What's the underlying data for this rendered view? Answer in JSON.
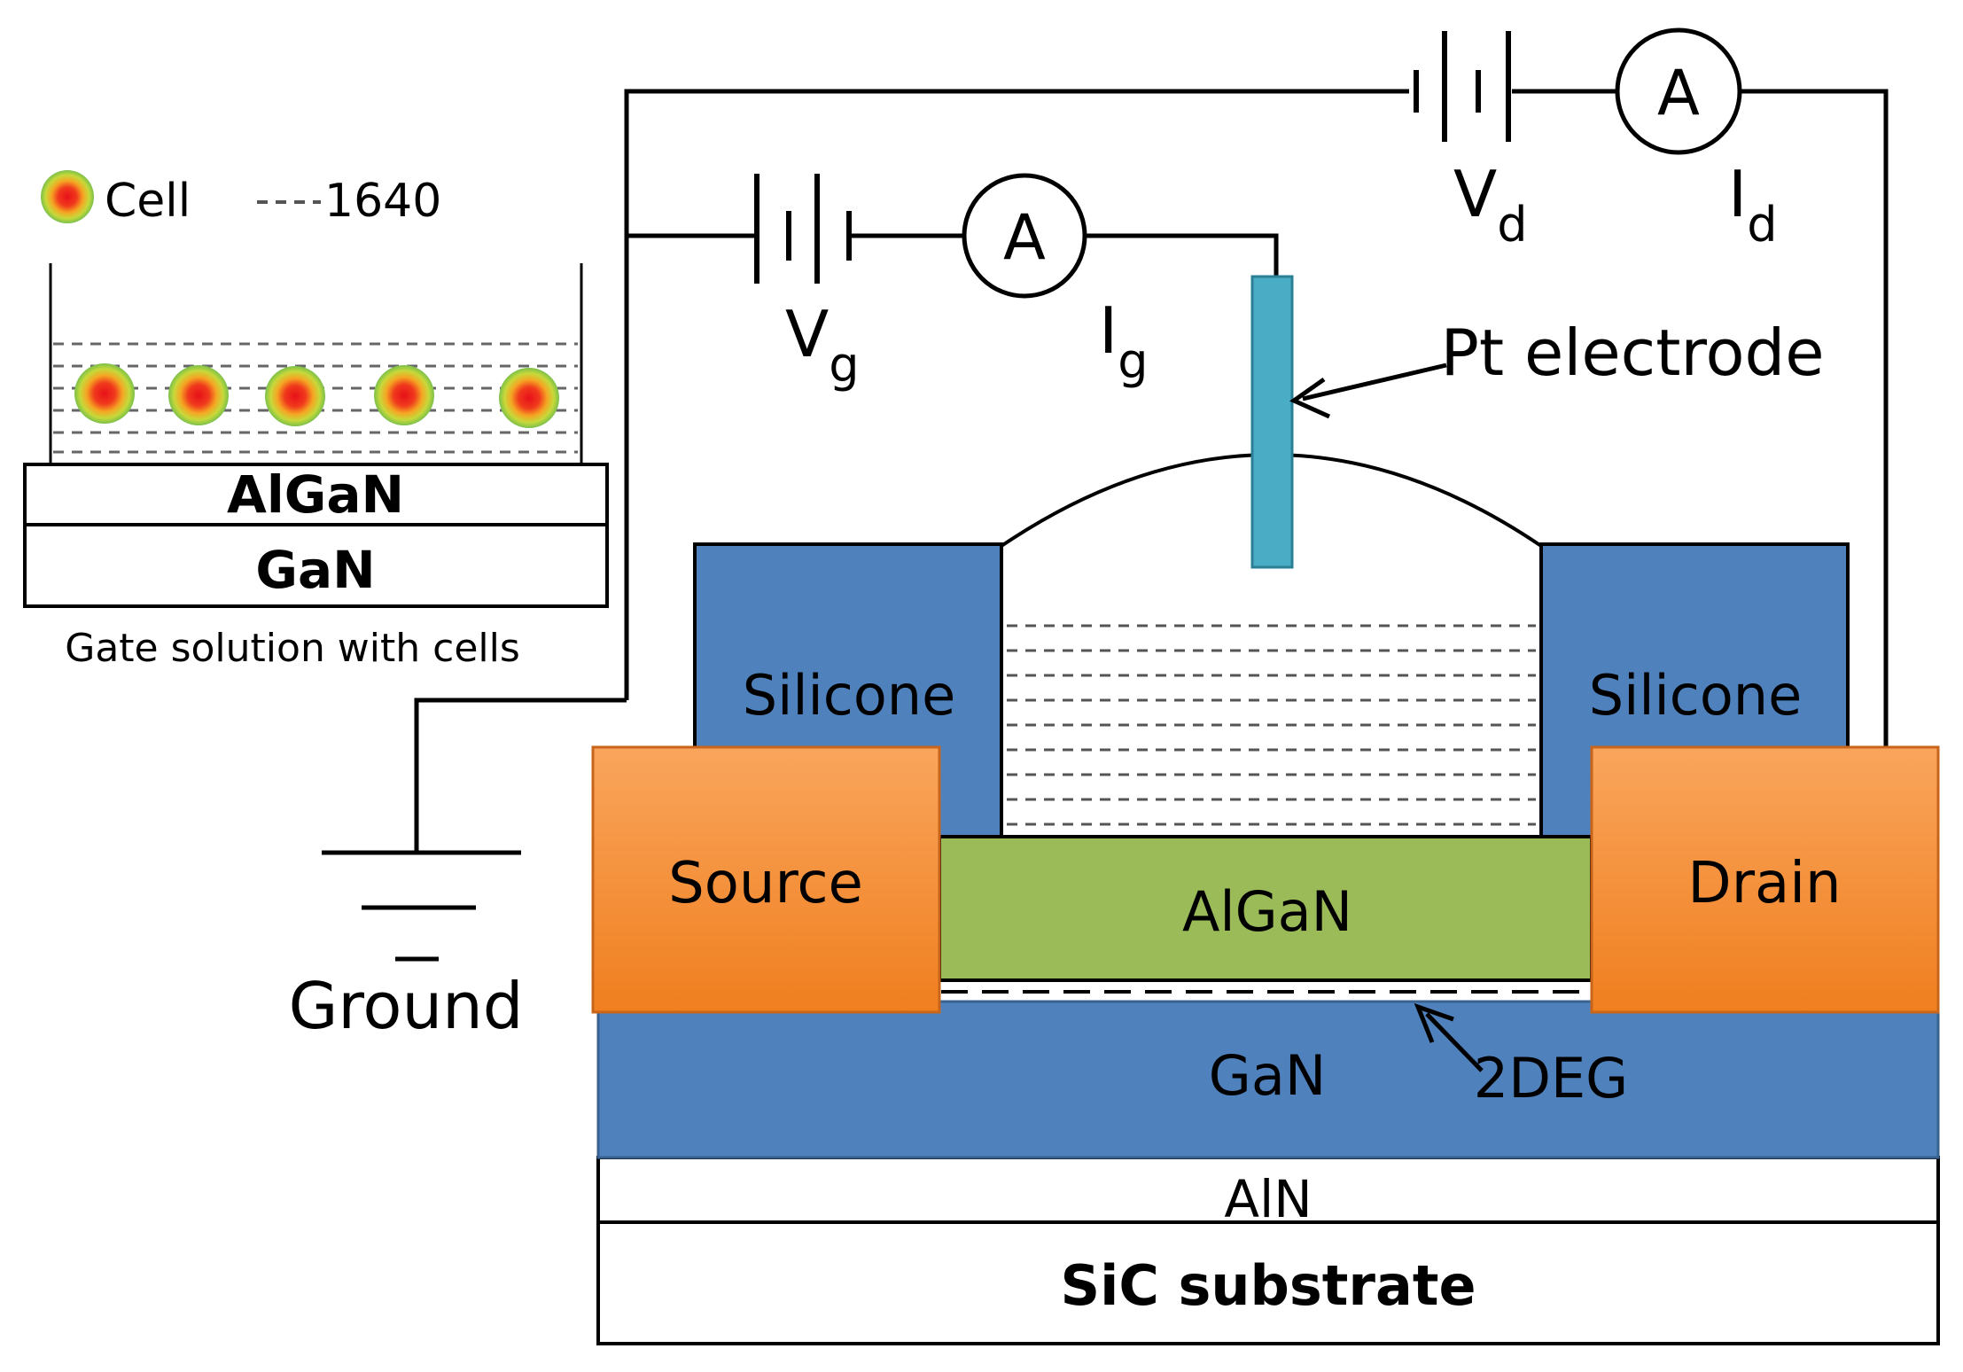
{
  "legend": {
    "cell_label": "Cell",
    "medium_label": "1640"
  },
  "inset": {
    "top_layer": "AlGaN",
    "bottom_layer": "GaN",
    "caption": "Gate solution with cells"
  },
  "device": {
    "silicone_left": "Silicone",
    "silicone_right": "Silicone",
    "source": "Source",
    "drain": "Drain",
    "barrier": "AlGaN",
    "channel": "GaN",
    "channel_annotation": "2DEG",
    "nucleation": "AlN",
    "substrate": "SiC substrate",
    "electrode": "Pt electrode"
  },
  "circuit": {
    "gate_voltage": {
      "main": "V",
      "sub": "g"
    },
    "gate_current": {
      "main": "I",
      "sub": "g"
    },
    "drain_voltage": {
      "main": "V",
      "sub": "d"
    },
    "drain_current": {
      "main": "I",
      "sub": "d"
    },
    "ammeter_symbol": "A",
    "ground": "Ground"
  },
  "colors": {
    "silicone": "#4f81bd",
    "gan": "#4f81bd",
    "contact": "#f79646",
    "algan": "#9bbb59",
    "electrode": "#4bacc6",
    "cell_outer": "#92d050",
    "cell_inner": "#e02020"
  }
}
